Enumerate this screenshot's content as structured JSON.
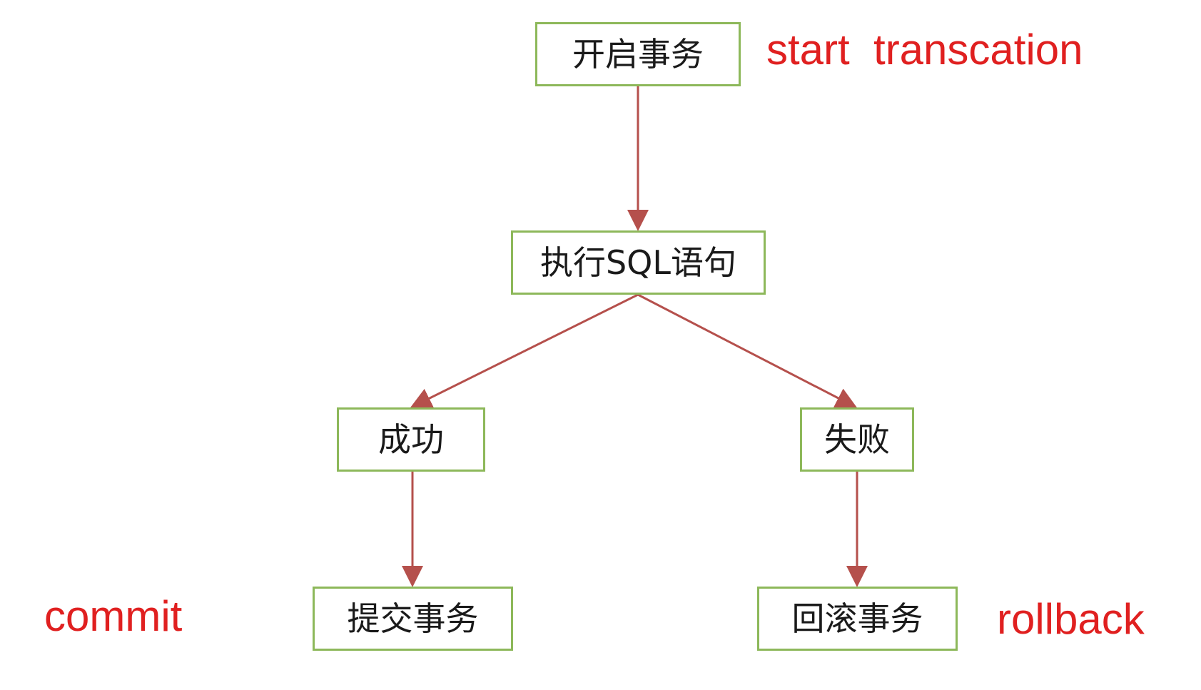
{
  "nodes": {
    "start": "开启事务",
    "execute": "执行SQL语句",
    "success": "成功",
    "fail": "失败",
    "commit": "提交事务",
    "rollback": "回滚事务"
  },
  "annotations": {
    "start": "start  transcation",
    "commit": "commit",
    "rollback": "rollback"
  },
  "edges": [
    {
      "from": "开启事务",
      "to": "执行SQL语句"
    },
    {
      "from": "执行SQL语句",
      "to": "成功"
    },
    {
      "from": "执行SQL语句",
      "to": "失败"
    },
    {
      "from": "成功",
      "to": "提交事务"
    },
    {
      "from": "失败",
      "to": "回滚事务"
    }
  ],
  "colors": {
    "node_border": "#8db85a",
    "arrow": "#b5504c",
    "annotation": "#e02020"
  }
}
